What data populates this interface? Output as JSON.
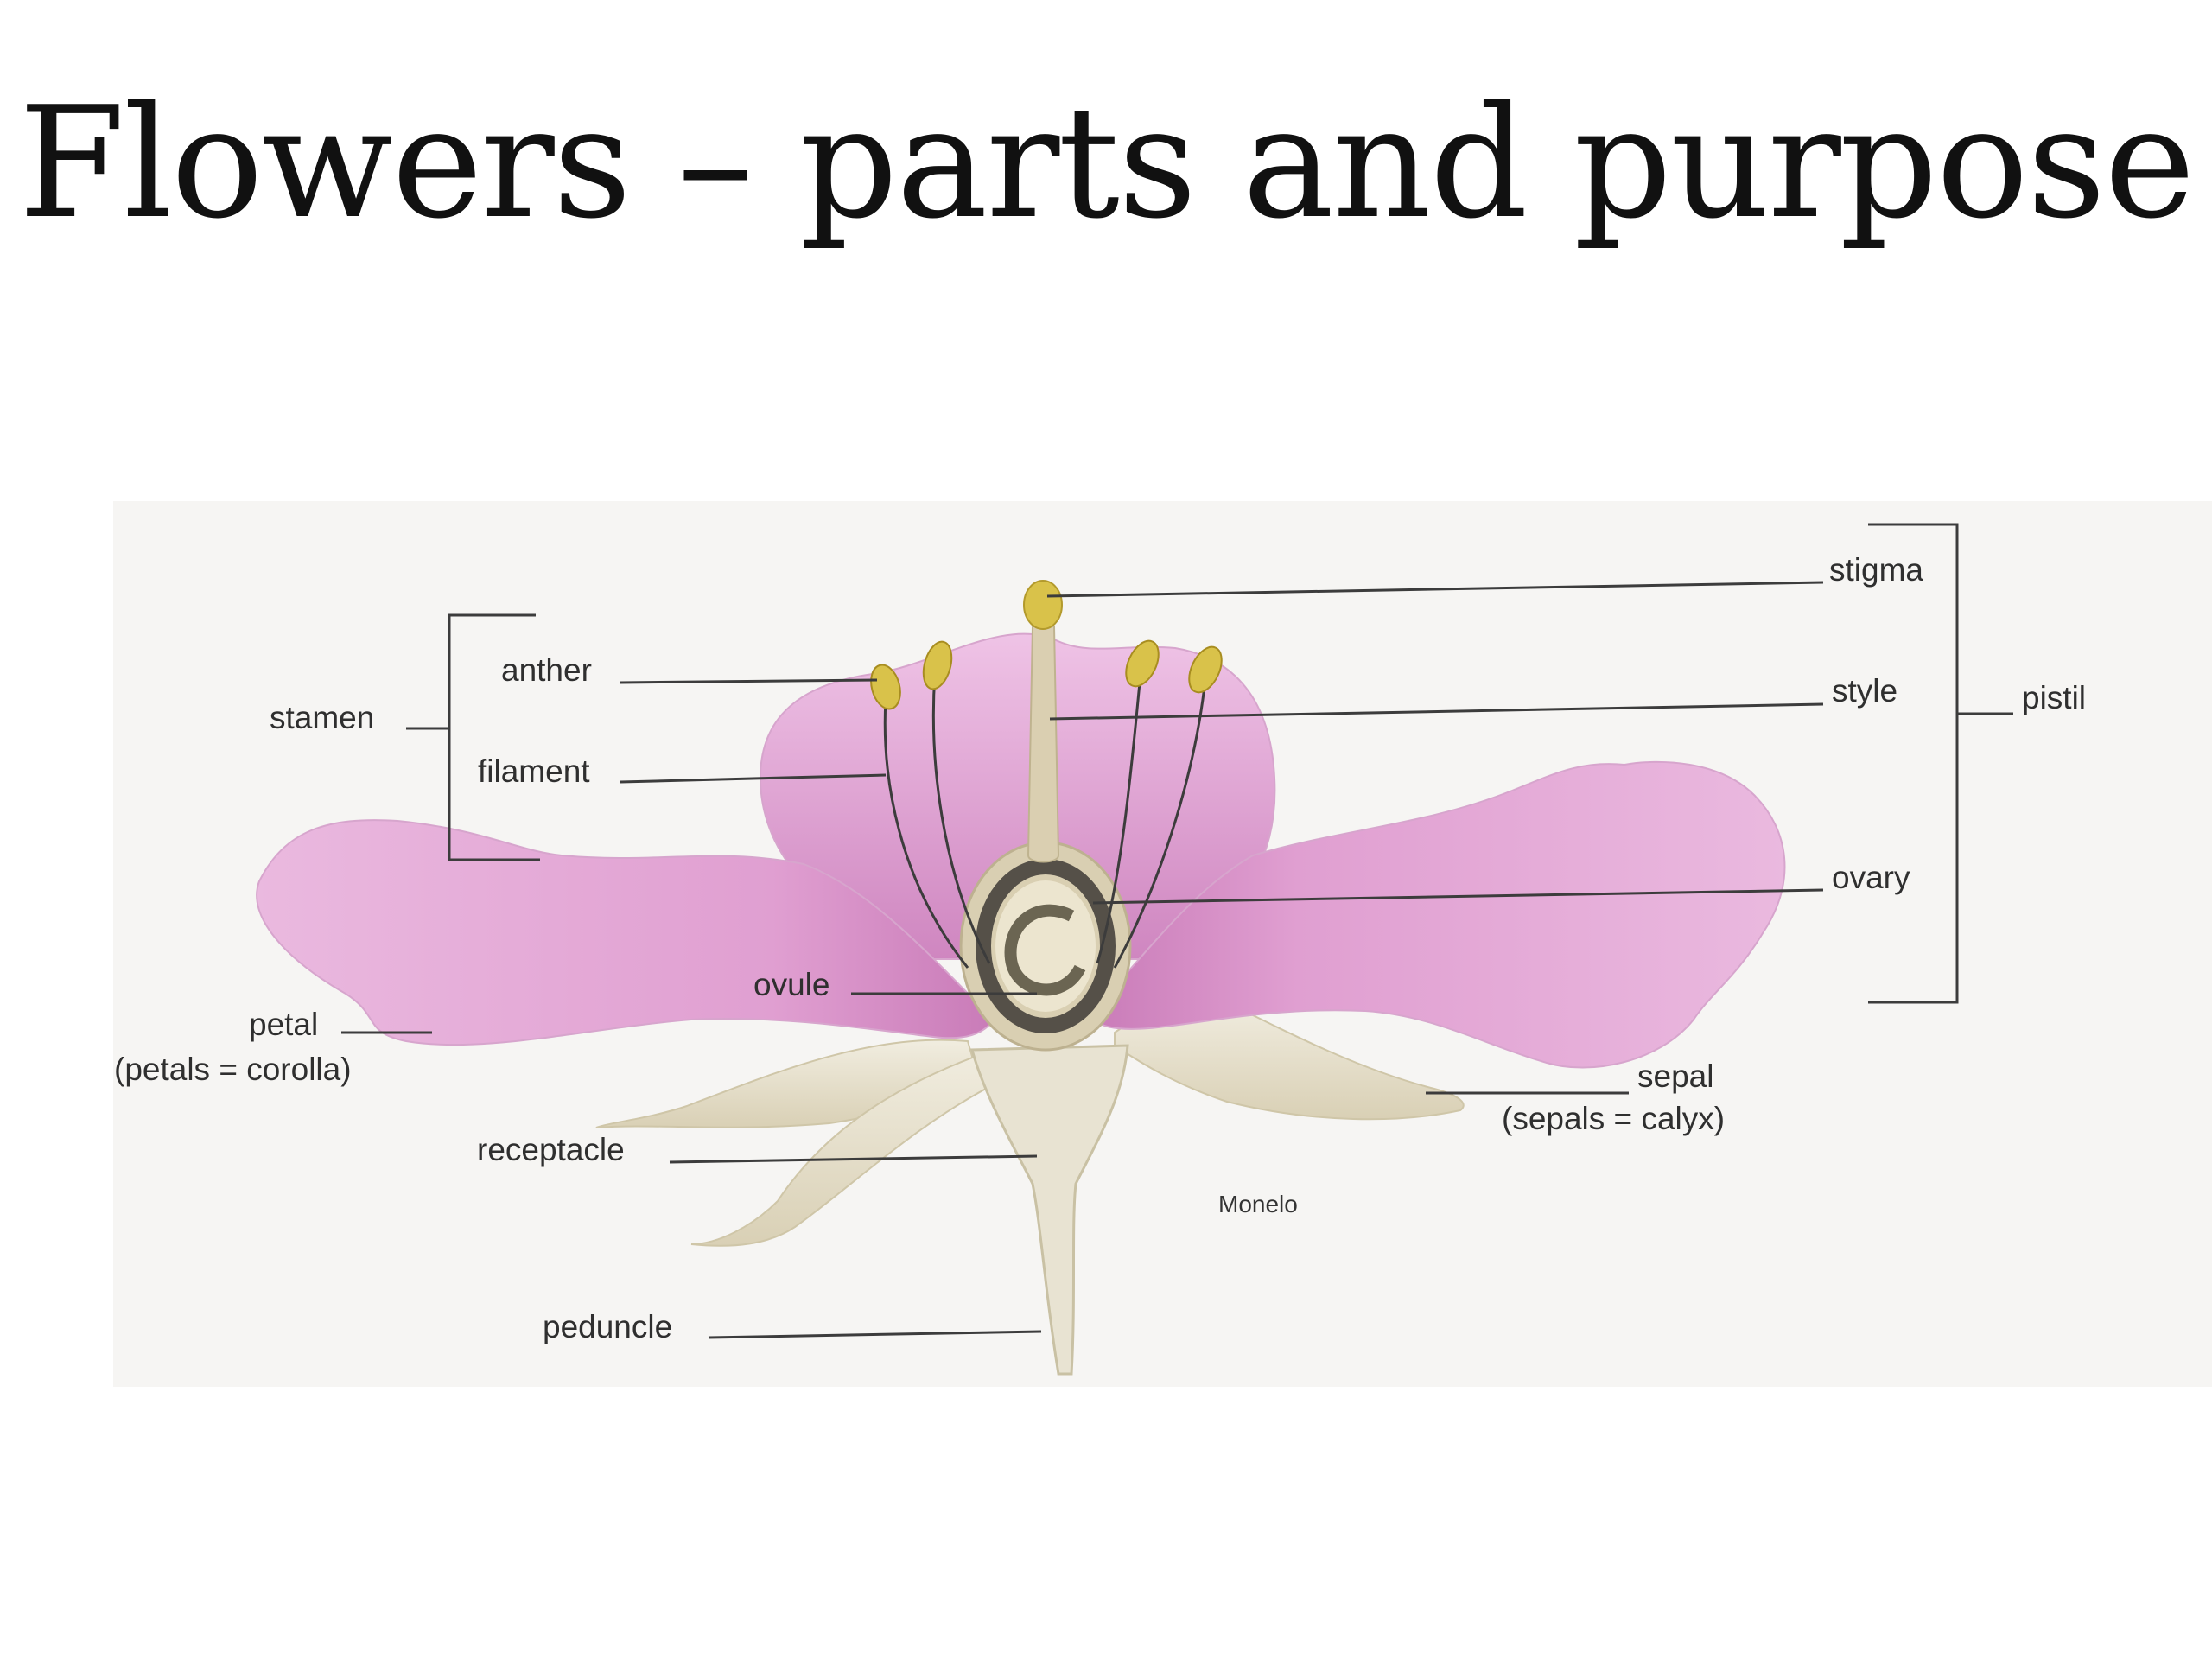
{
  "title": "Flowers – parts and purpose",
  "labels": {
    "stigma": "stigma",
    "style": "style",
    "pistil": "pistil",
    "ovary": "ovary",
    "stamen": "stamen",
    "anther": "anther",
    "filament": "filament",
    "ovule": "ovule",
    "petal": "petal",
    "petal_note": "(petals = corolla)",
    "sepal": "sepal",
    "sepal_note": "(sepals = calyx)",
    "receptacle": "receptacle",
    "peduncle": "peduncle"
  },
  "credit": "Monelo",
  "colors": {
    "petal": "#e4a9d8",
    "petal_dark": "#c979b8",
    "sepal": "#e9e3d1",
    "anther": "#d9c24a",
    "pistil": "#d8cdb0"
  }
}
